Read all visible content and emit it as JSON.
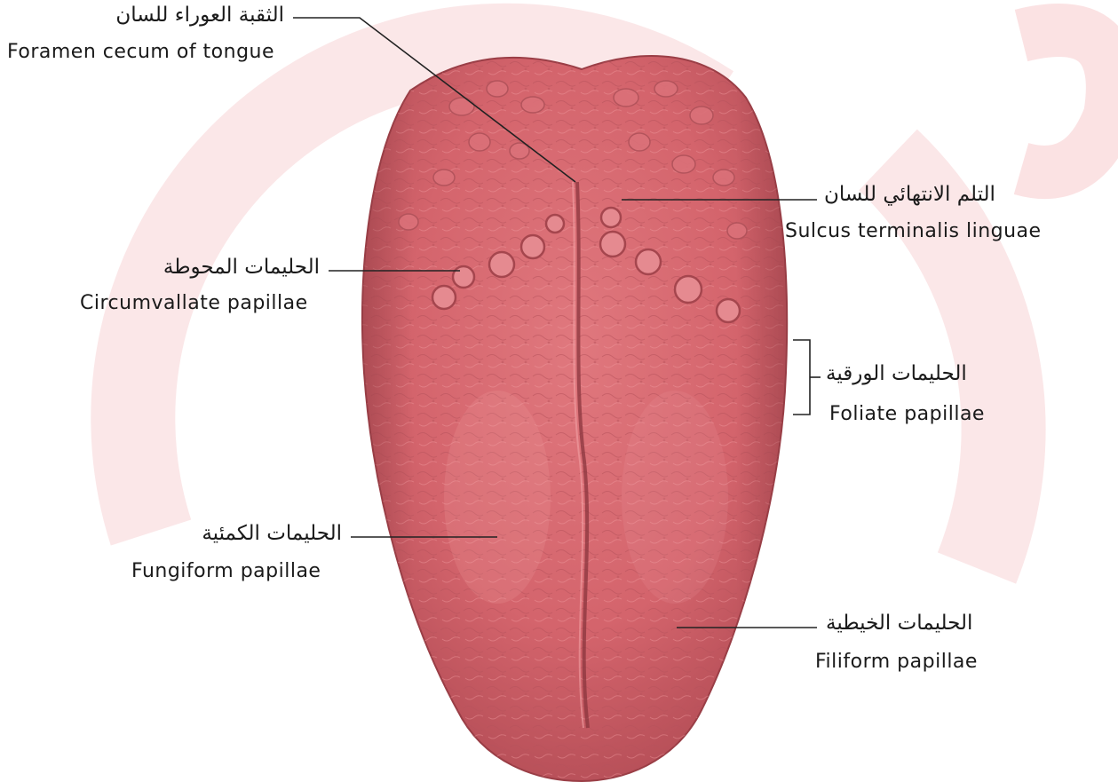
{
  "labels": {
    "foramen_cecum": {
      "ar": "الثقبة العوراء للسان",
      "en": "Foramen cecum of tongue"
    },
    "sulcus_terminalis": {
      "ar": "التلم الانتهائي للسان",
      "en": "Sulcus terminalis linguae"
    },
    "circumvallate": {
      "ar": "الحليمات المحوطة",
      "en": "Circumvallate papillae"
    },
    "foliate": {
      "ar": "الحليمات الورقية",
      "en": "Foliate papillae"
    },
    "fungiform": {
      "ar": "الحليمات الكمئية",
      "en": "Fungiform papillae"
    },
    "filiform": {
      "ar": "الحليمات الخيطية",
      "en": "Filiform papillae"
    }
  },
  "colors": {
    "tongue_base": "#d4646c",
    "tongue_light": "#e98a8e",
    "tongue_dark": "#a8454d",
    "watermark": "#f7d9db",
    "leader_line": "#222222"
  }
}
